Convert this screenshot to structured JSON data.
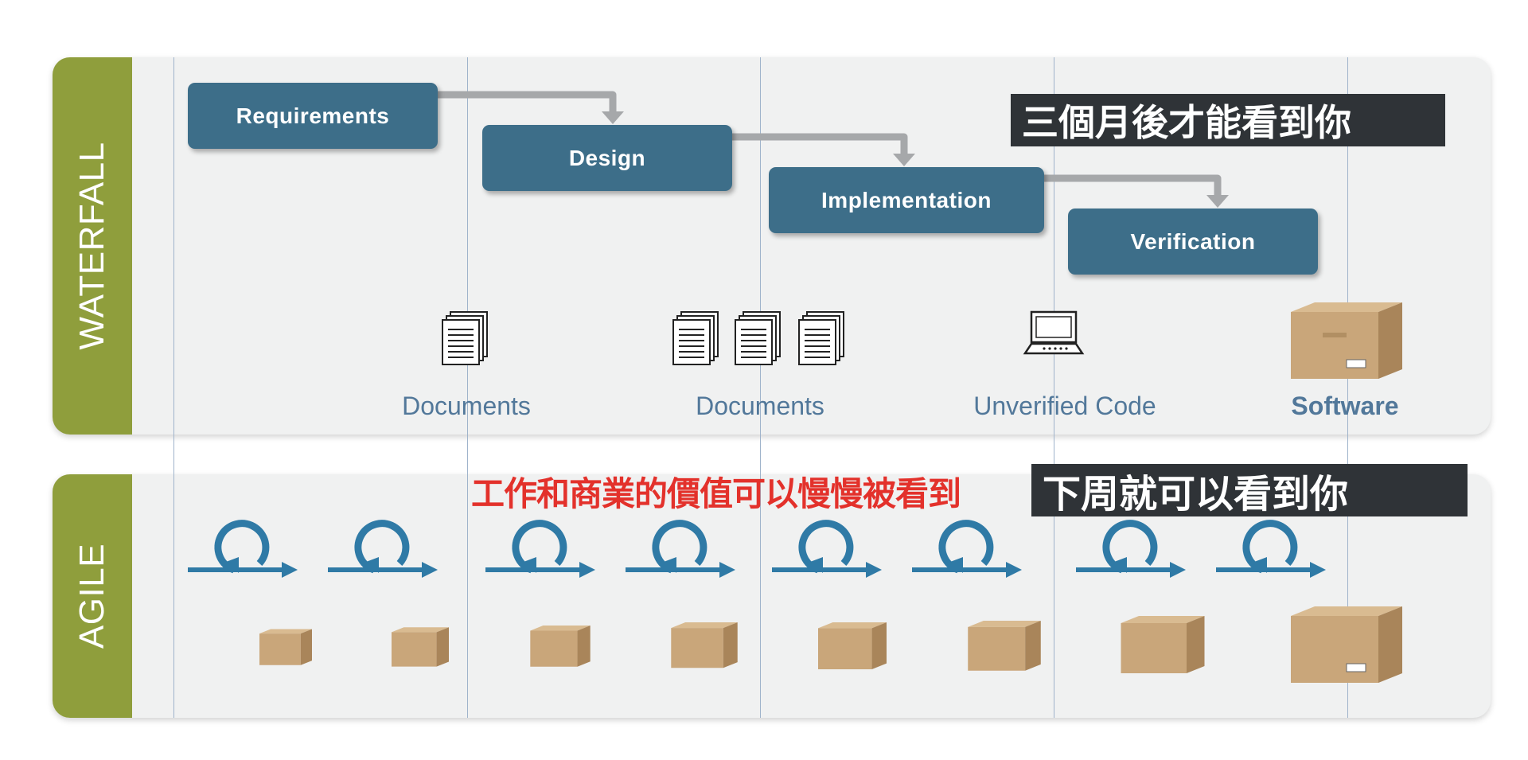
{
  "waterfall": {
    "label": "WATERFALL",
    "stages": [
      "Requirements",
      "Design",
      "Implementation",
      "Verification"
    ],
    "outputs": [
      "Documents",
      "Documents",
      "Unverified Code",
      "Software"
    ],
    "banner": "三個月後才能看到你"
  },
  "agile": {
    "label": "AGILE",
    "banner": "下周就可以看到你",
    "caption": "工作和商業的價值可以慢慢被看到"
  },
  "colors": {
    "side_bar": "#8f9e3c",
    "stage_fill": "#3d6e89",
    "label_blue": "#52789a",
    "loop_blue": "#2f7aa6",
    "banner_bg": "#2f3337",
    "caption_red": "#e3312b",
    "box_tan": "#c9a67a"
  },
  "icons": [
    "document-stack-icon",
    "laptop-icon",
    "software-box-icon",
    "iteration-loop-icon",
    "package-box-icon"
  ]
}
